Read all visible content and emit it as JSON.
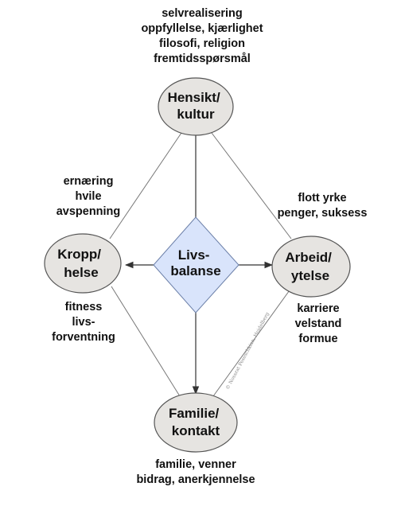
{
  "colors": {
    "node_fill": "#e6e4e1",
    "node_stroke": "#555555",
    "center_fill": "#d9e4fb",
    "center_stroke": "#6b7fa8",
    "line": "#777777",
    "arrow": "#333333"
  },
  "nodes": {
    "top": {
      "lines": [
        "Hensikt/",
        "kultur"
      ]
    },
    "left": {
      "lines": [
        "Kropp/",
        "helse"
      ]
    },
    "right": {
      "lines": [
        "Arbeid/",
        "ytelse"
      ]
    },
    "bottom": {
      "lines": [
        "Familie/",
        "kontakt"
      ]
    }
  },
  "center": {
    "lines": [
      "Livs-",
      "balanse"
    ]
  },
  "notes": {
    "top": [
      "selvrealisering",
      "oppfyllelse, kjærlighet",
      "filosofi, religion",
      "fremtidsspørsmål"
    ],
    "left_upper": [
      "ernæring",
      "hvile",
      "avspenning"
    ],
    "left_lower": [
      "fitness",
      "livs-",
      "forventning"
    ],
    "right_upper": [
      "flott yrke",
      "penger, suksess"
    ],
    "right_lower": [
      "karriere",
      "velstand",
      "formue"
    ],
    "bottom": [
      "familie, venner",
      "bidrag, anerkjennelse"
    ]
  },
  "copyright": "© Nossrat Peseschkian, Heidelberg"
}
